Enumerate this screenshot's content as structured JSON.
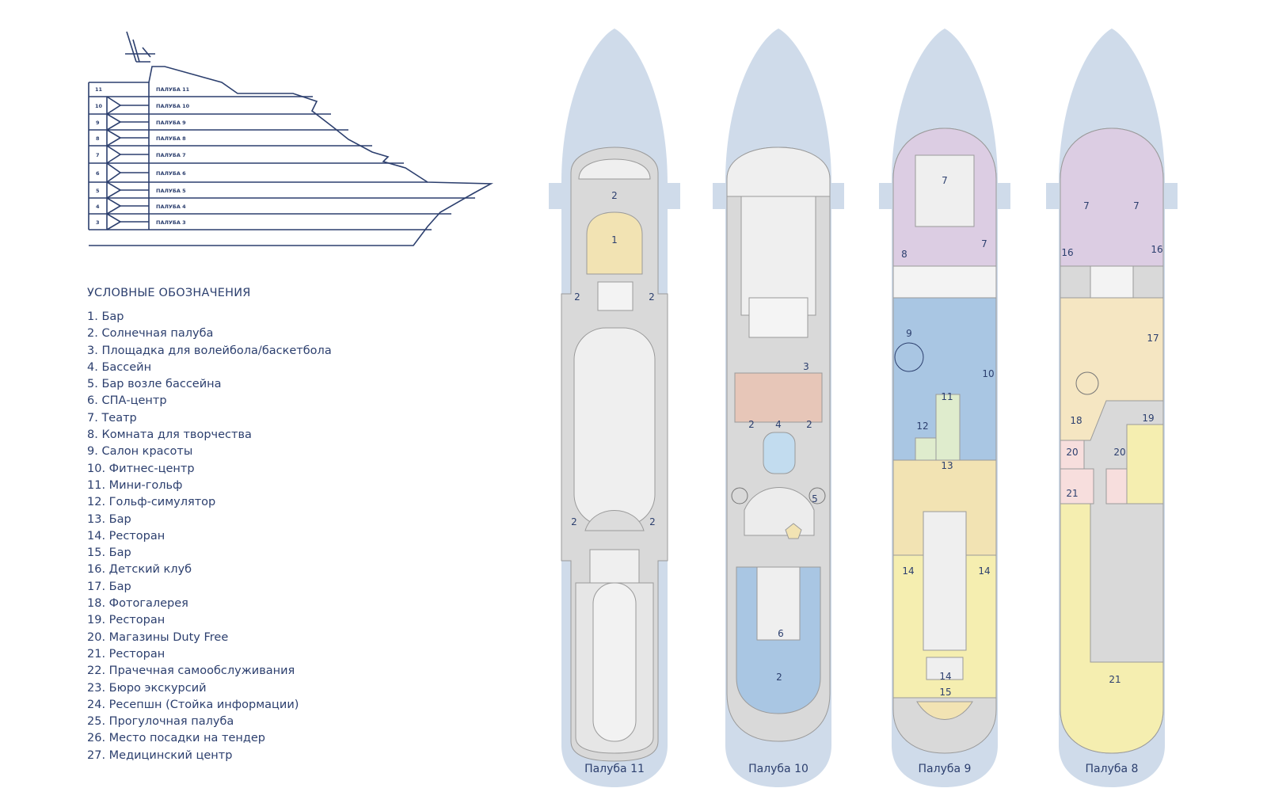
{
  "profile": {
    "decks": [
      {
        "num": "11",
        "label": "ПАЛУБА 11"
      },
      {
        "num": "10",
        "label": "ПАЛУБА 10"
      },
      {
        "num": "9",
        "label": "ПАЛУБА 9"
      },
      {
        "num": "8",
        "label": "ПАЛУБА 8"
      },
      {
        "num": "7",
        "label": "ПАЛУБА 7"
      },
      {
        "num": "6",
        "label": "ПАЛУБА 6"
      },
      {
        "num": "5",
        "label": "ПАЛУБА 5"
      },
      {
        "num": "4",
        "label": "ПАЛУБА 4"
      },
      {
        "num": "3",
        "label": "ПАЛУБА 3"
      }
    ]
  },
  "legend": {
    "title": "УСЛОВНЫЕ ОБОЗНАЧЕНИЯ",
    "items": [
      "1. Бар",
      "2. Солнечная палуба",
      "3. Площадка для волейбола/баскетбола",
      "4. Бассейн",
      "5. Бар возле бассейна",
      "6. СПА-центр",
      "7. Театр",
      "8. Комната для творчества",
      "9. Салон красоты",
      "10. Фитнес-центр",
      "11. Мини-гольф",
      "12. Гольф-симулятор",
      "13. Бар",
      "14. Ресторан",
      "15. Бар",
      "16. Детский клуб",
      "17. Бар",
      "18. Фотогалерея",
      "19. Ресторан",
      "20. Магазины Duty Free",
      "21. Ресторан",
      "22. Прачечная самообслуживания",
      "23. Бюро экскурсий",
      "24. Ресепшн (Стойка информации)",
      "25. Прогулочная палуба",
      "26. Место посадки на тендер",
      "27. Медицинский центр"
    ]
  },
  "colors": {
    "water": "#cfdbea",
    "deck": "#d9d9d9",
    "bar": "#f2e3b3",
    "volleyball": "#e7c6b8",
    "pool": "#c2dcef",
    "spa": "#a9c6e3",
    "theatre": "#dccde3",
    "fitness": "#a9c6e3",
    "minigolf": "#dfeccd",
    "restaurant": "#f5eeb0",
    "dutyfree": "#f7dedd",
    "line": "#2c3f6e"
  },
  "decks": [
    {
      "title": "Палуба 11",
      "labels": [
        {
          "id": "d11-2a",
          "text": "2"
        },
        {
          "id": "d11-1",
          "text": "1"
        },
        {
          "id": "d11-2b",
          "text": "2"
        },
        {
          "id": "d11-2c",
          "text": "2"
        },
        {
          "id": "d11-2d",
          "text": "2"
        },
        {
          "id": "d11-2e",
          "text": "2"
        }
      ]
    },
    {
      "title": "Палуба 10",
      "labels": [
        {
          "id": "d10-3",
          "text": "3"
        },
        {
          "id": "d10-2a",
          "text": "2"
        },
        {
          "id": "d10-4",
          "text": "4"
        },
        {
          "id": "d10-2b",
          "text": "2"
        },
        {
          "id": "d10-5",
          "text": "5"
        },
        {
          "id": "d10-6",
          "text": "6"
        },
        {
          "id": "d10-2c",
          "text": "2"
        }
      ]
    },
    {
      "title": "Палуба 9",
      "labels": [
        {
          "id": "d9-7a",
          "text": "7"
        },
        {
          "id": "d9-8",
          "text": "8"
        },
        {
          "id": "d9-7b",
          "text": "7"
        },
        {
          "id": "d9-9",
          "text": "9"
        },
        {
          "id": "d9-10",
          "text": "10"
        },
        {
          "id": "d9-11",
          "text": "11"
        },
        {
          "id": "d9-12",
          "text": "12"
        },
        {
          "id": "d9-13",
          "text": "13"
        },
        {
          "id": "d9-14a",
          "text": "14"
        },
        {
          "id": "d9-14b",
          "text": "14"
        },
        {
          "id": "d9-14c",
          "text": "14"
        },
        {
          "id": "d9-15",
          "text": "15"
        }
      ]
    },
    {
      "title": "Палуба 8",
      "labels": [
        {
          "id": "d8-7a",
          "text": "7"
        },
        {
          "id": "d8-7b",
          "text": "7"
        },
        {
          "id": "d8-16a",
          "text": "16"
        },
        {
          "id": "d8-16b",
          "text": "16"
        },
        {
          "id": "d8-17",
          "text": "17"
        },
        {
          "id": "d8-18",
          "text": "18"
        },
        {
          "id": "d8-19",
          "text": "19"
        },
        {
          "id": "d8-20a",
          "text": "20"
        },
        {
          "id": "d8-20b",
          "text": "20"
        },
        {
          "id": "d8-21a",
          "text": "21"
        },
        {
          "id": "d8-21b",
          "text": "21"
        }
      ]
    }
  ]
}
